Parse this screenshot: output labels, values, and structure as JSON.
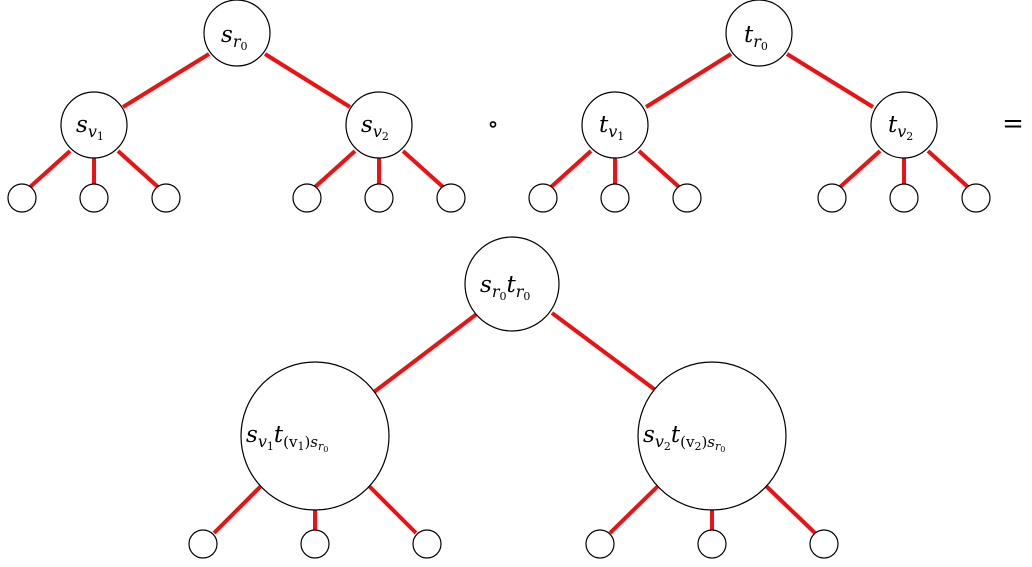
{
  "colors": {
    "edge": "#ee1111",
    "node_stroke": "#000000",
    "background": "#ffffff"
  },
  "operators": {
    "compose": "∘",
    "equals": "="
  },
  "tree_s": {
    "root": {
      "base": "s",
      "sub": "r",
      "subsub": "0"
    },
    "left": {
      "base": "s",
      "sub": "v",
      "subsub": "1"
    },
    "right": {
      "base": "s",
      "sub": "v",
      "subsub": "2"
    }
  },
  "tree_t": {
    "root": {
      "base": "t",
      "sub": "r",
      "subsub": "0"
    },
    "left": {
      "base": "t",
      "sub": "v",
      "subsub": "1"
    },
    "right": {
      "base": "t",
      "sub": "v",
      "subsub": "2"
    }
  },
  "tree_result": {
    "root": {
      "a": "s",
      "a_sub": "r",
      "a_subsub": "0",
      "b": "t",
      "b_sub": "r",
      "b_subsub": "0"
    },
    "left": {
      "a": "s",
      "a_sub": "v",
      "a_subsub": "1",
      "b": "t",
      "b_sub": "(v",
      "b_sub_idx": "1",
      "b_sub_close": ")",
      "b_sub2": "s",
      "b_sub2_sub": "r",
      "b_sub2_subsub": "0"
    },
    "right": {
      "a": "s",
      "a_sub": "v",
      "a_subsub": "2",
      "b": "t",
      "b_sub": "(v",
      "b_sub_idx": "2",
      "b_sub_close": ")",
      "b_sub2": "s",
      "b_sub2_sub": "r",
      "b_sub2_subsub": "0"
    }
  }
}
